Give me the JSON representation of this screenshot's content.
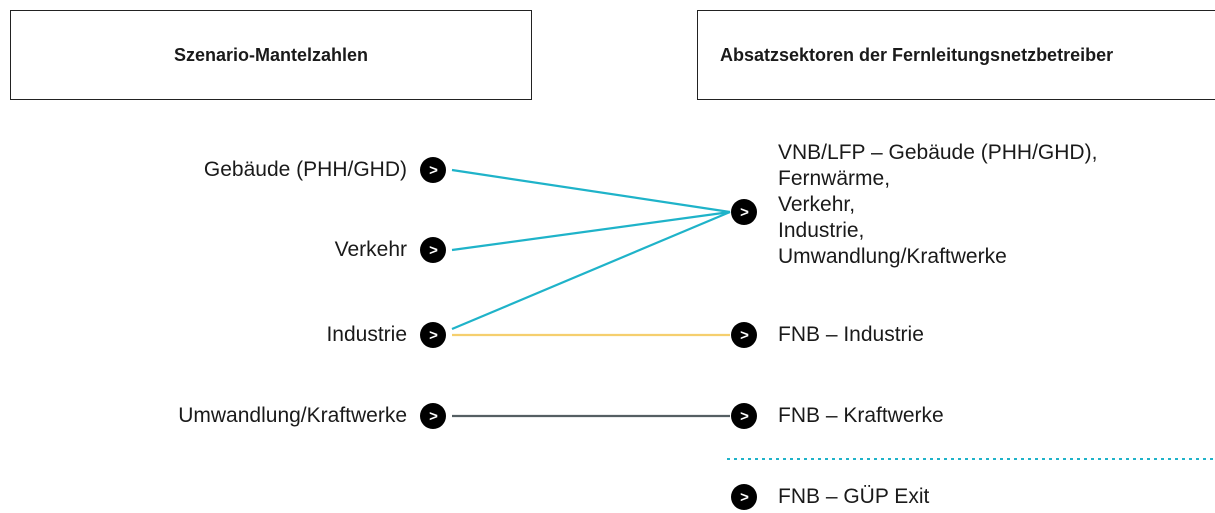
{
  "headers": {
    "left": "Szenario-Mantelzahlen",
    "right": "Absatzsektoren der Fernleitungsnetzbetreiber"
  },
  "bullet_glyph": ">",
  "sources": [
    {
      "id": "gebaeude",
      "label": "Gebäude (PHH/GHD)"
    },
    {
      "id": "verkehr",
      "label": "Verkehr"
    },
    {
      "id": "industrie",
      "label": "Industrie"
    },
    {
      "id": "umwandlung",
      "label": "Umwandlung/Kraftwerke"
    }
  ],
  "targets": [
    {
      "id": "vnb",
      "lines": [
        "VNB/LFP – Gebäude (PHH/GHD),",
        "Fernwärme,",
        "Verkehr,",
        "Industrie,",
        "Umwandlung/Kraftwerke"
      ]
    },
    {
      "id": "fnb-industrie",
      "label": "FNB – Industrie"
    },
    {
      "id": "fnb-kraftwerke",
      "label": "FNB – Kraftwerke"
    },
    {
      "id": "fnb-guep",
      "label": "FNB – GÜP Exit"
    }
  ],
  "connections": [
    {
      "from": "gebaeude",
      "to": "vnb",
      "color": "#1fb3c9"
    },
    {
      "from": "verkehr",
      "to": "vnb",
      "color": "#1fb3c9"
    },
    {
      "from": "industrie",
      "to": "vnb",
      "color": "#1fb3c9"
    },
    {
      "from": "industrie",
      "to": "fnb-industrie",
      "color": "#f5cf6e"
    },
    {
      "from": "umwandlung",
      "to": "fnb-kraftwerke",
      "color": "#555f63"
    }
  ],
  "separator_color": "#1fb3c9"
}
